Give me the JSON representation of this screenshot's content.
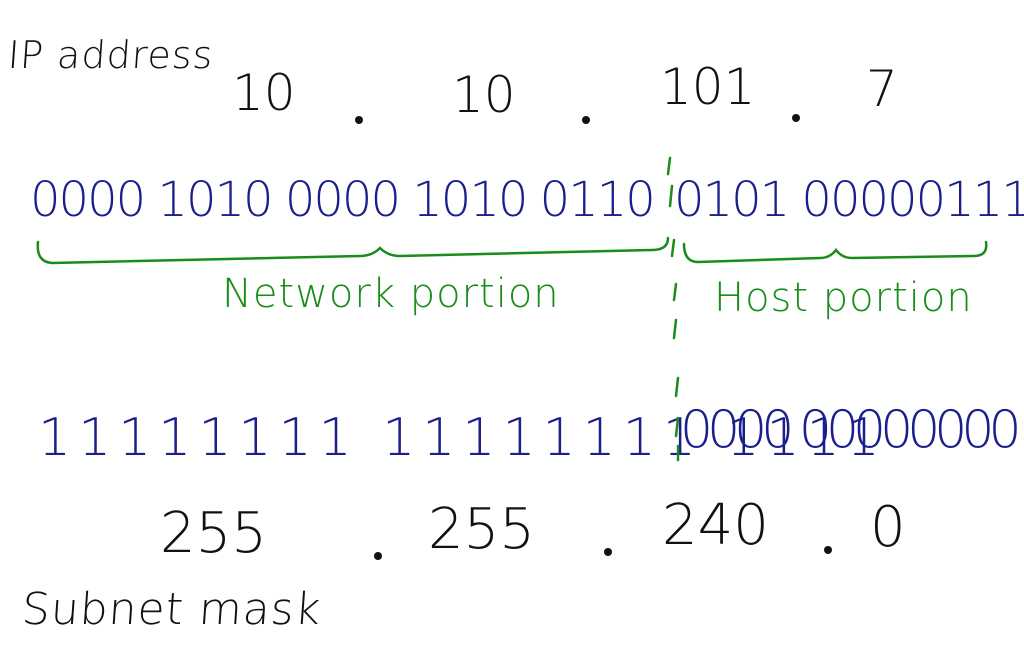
{
  "ip_address_label": "IP address",
  "subnet_mask_label": "Subnet mask",
  "ip_octets": [
    "10",
    "10",
    "101",
    "7"
  ],
  "mask_octets": [
    "255",
    "255",
    "240",
    "0"
  ],
  "ip_bits": {
    "network": "0000 1010 0000 1010 0110",
    "host": "0101 00000111"
  },
  "mask_bits": {
    "ones": "11111111 11111111 1111",
    "zeros": "0000 00000000"
  },
  "network_portion_label": "Network portion",
  "host_portion_label": "Host portion",
  "colors": {
    "ink": "#111111",
    "bits": "#1a1f8c",
    "annotation": "#1a8c1a"
  }
}
